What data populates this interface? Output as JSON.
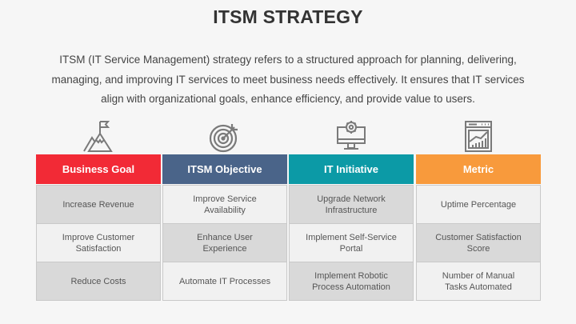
{
  "title": "ITSM STRATEGY",
  "description": "ITSM (IT Service Management) strategy refers to a structured approach for planning, delivering, managing, and improving IT services to meet business needs effectively. It ensures that IT services align with organizational goals, enhance efficiency, and provide value to users.",
  "columns": [
    {
      "header": "Business Goal",
      "color": "#f22a36",
      "icon": "mountain-flag-icon",
      "items": [
        "Increase Revenue",
        "Improve Customer Satisfaction",
        "Reduce Costs"
      ]
    },
    {
      "header": "ITSM Objective",
      "color": "#4a6489",
      "icon": "target-icon",
      "items": [
        "Improve Service Availability",
        "Enhance User Experience",
        "Automate IT Processes"
      ]
    },
    {
      "header": "IT Initiative",
      "color": "#0c9aa6",
      "icon": "monitor-gear-icon",
      "items": [
        "Upgrade Network Infrastructure",
        "Implement Self-Service Portal",
        "Implement Robotic Process Automation"
      ]
    },
    {
      "header": "Metric",
      "color": "#f89a3c",
      "icon": "dashboard-chart-icon",
      "items": [
        "Uptime Percentage",
        "Customer Satisfaction Score",
        "Number of Manual Tasks Automated"
      ]
    }
  ]
}
